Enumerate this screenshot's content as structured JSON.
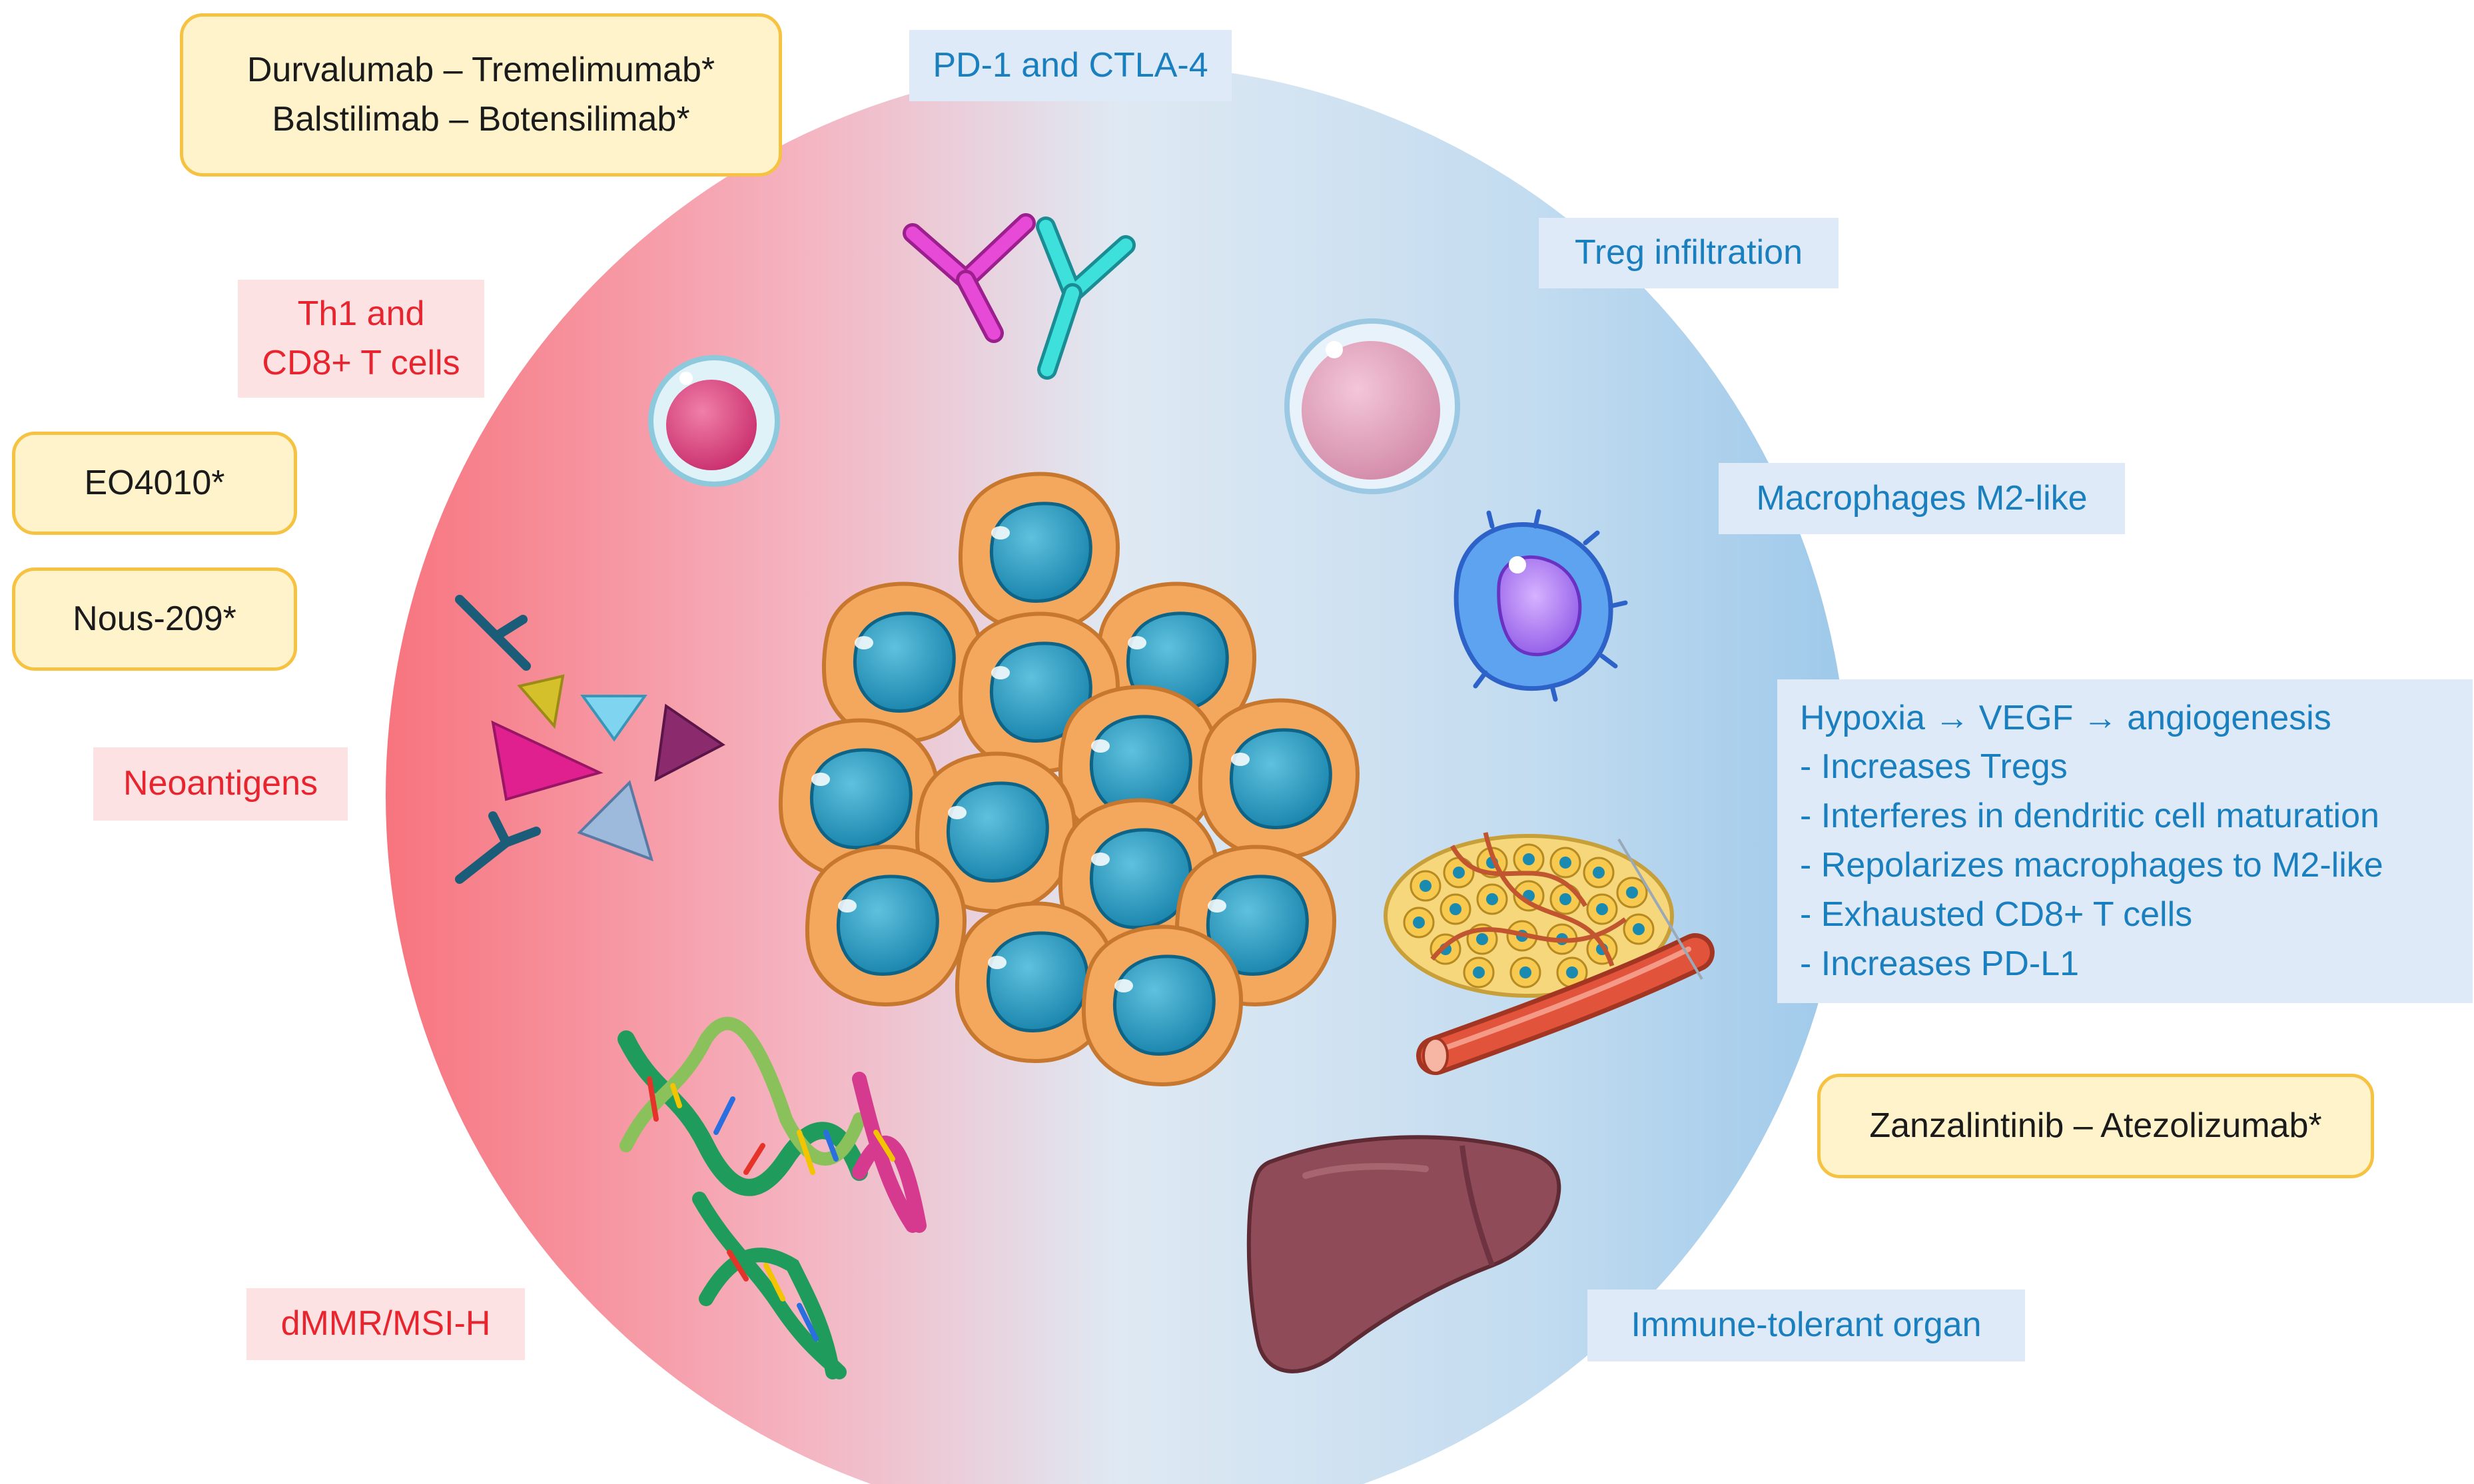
{
  "drug_labels": {
    "durva_tremeli": "Durvalumab – Tremelimumab*",
    "balsti_botensi": "Balstilimab – Botensilimab*",
    "eo4010": "EO4010*",
    "nous209": "Nous-209*",
    "zanza_atezo": "Zanzalintinib – Atezolizumab*"
  },
  "red_labels": {
    "th1_line1": "Th1 and",
    "th1_line2": "CD8+ T cells",
    "neoantigens": "Neoantigens",
    "dmmr": "dMMR/MSI-H"
  },
  "blue_labels": {
    "pd1_ctla4": "PD-1 and CTLA-4",
    "treg": "Treg infiltration",
    "macrophages": "Macrophages M2-like",
    "liver_organ": "Immune-tolerant organ"
  },
  "hypoxia_box": {
    "headline": "Hypoxia → VEGF → angiogenesis",
    "items": [
      "- Increases Tregs",
      "- Interferes in dendritic cell maturation",
      "- Repolarizes macrophages to M2-like",
      "- Exhausted CD8+ T cells",
      "- Increases PD-L1"
    ]
  },
  "colors": {
    "circle_red": "#f7747e",
    "circle_pale": "#dfe9f3",
    "circle_blue": "#9ec9ea",
    "red_text": "#e8252f",
    "blue_text": "#1a7fbf",
    "drug_border": "#f5c242",
    "drug_fill": "#fff3cc",
    "tumor_cell": "#f3a85e",
    "nucleus": "#1a8ab1",
    "liver": "#8f4b57",
    "vessel": "#e2533b"
  },
  "icons": [
    "antibody-icon",
    "t-cell-icon",
    "treg-cell-icon",
    "macrophage-icon",
    "antigen-triangle-icon",
    "tumor-cell-icon",
    "dna-helix-icon",
    "blood-vessel-icon",
    "liver-icon"
  ]
}
